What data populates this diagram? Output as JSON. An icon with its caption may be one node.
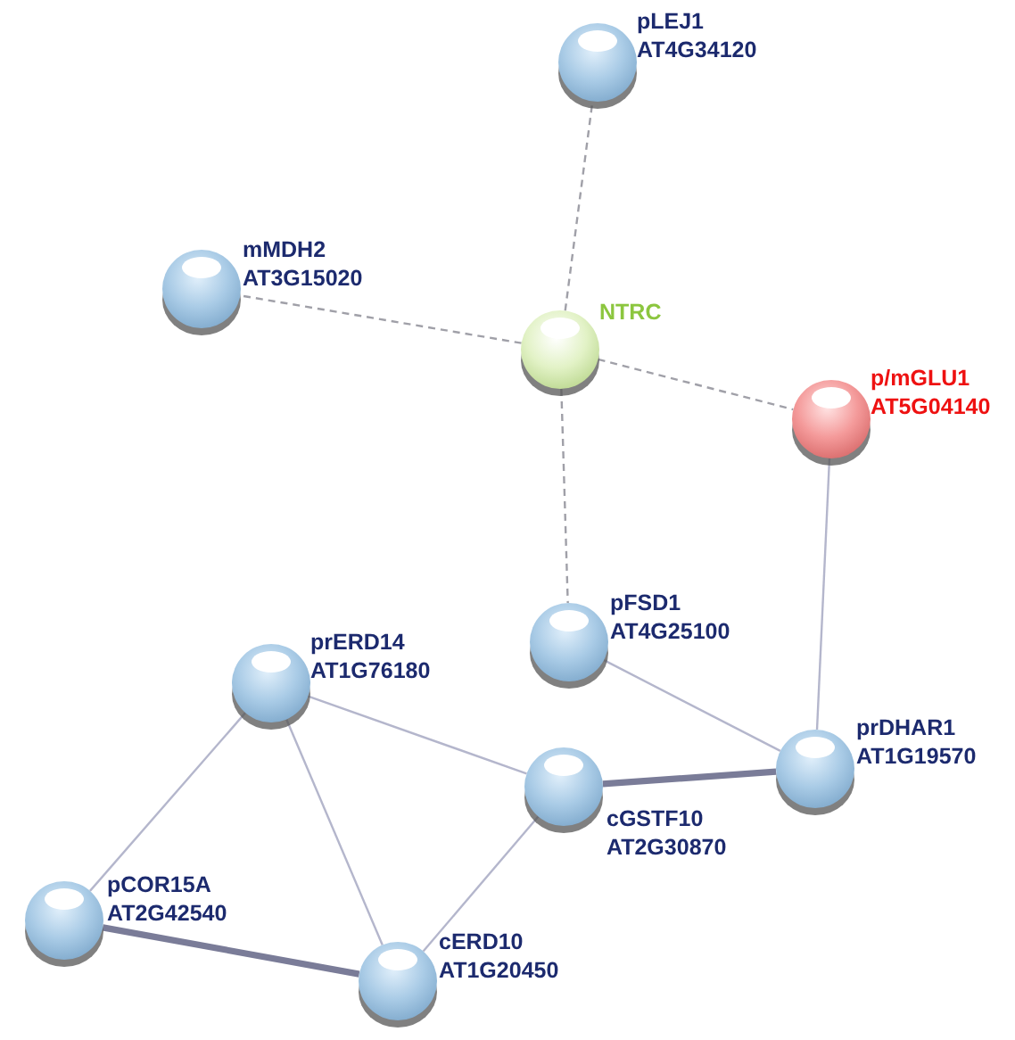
{
  "diagram": {
    "nodes": [
      {
        "text": [
          "pLEJ1",
          "AT4G34120"
        ]
      },
      {
        "text": [
          "mMDH2",
          "AT3G15020"
        ]
      },
      {
        "text": [
          "NTRC"
        ]
      },
      {
        "text": [
          "p/mGLU1",
          "AT5G04140"
        ]
      },
      {
        "text": [
          "pFSD1",
          "AT4G25100"
        ]
      },
      {
        "text": [
          "prERD14",
          "AT1G76180"
        ]
      },
      {
        "text": [
          "prDHAR1",
          "AT1G19570"
        ]
      },
      {
        "text": [
          "cGSTF10",
          "AT2G30870"
        ]
      },
      {
        "text": [
          "pCOR15A",
          "AT2G42540"
        ]
      },
      {
        "text": [
          "cERD10",
          "AT1G20450"
        ]
      }
    ],
    "edges": [
      {
        "from": 2,
        "to": 0,
        "arrow": "none",
        "style": "dashed",
        "color": "#a0a0a8"
      },
      {
        "from": 2,
        "to": 1,
        "arrow": "none",
        "style": "dashed",
        "color": "#a0a0a8"
      },
      {
        "from": 2,
        "to": 3,
        "arrow": "none",
        "style": "dashed",
        "color": "#a0a0a8"
      },
      {
        "from": 2,
        "to": 4,
        "arrow": "none",
        "style": "dashed",
        "color": "#a0a0a8"
      },
      {
        "from": 3,
        "to": 6,
        "arrow": "none"
      },
      {
        "from": 4,
        "to": 6,
        "arrow": "none"
      },
      {
        "from": 5,
        "to": 7,
        "arrow": "none"
      },
      {
        "from": 5,
        "to": 8,
        "arrow": "none"
      },
      {
        "from": 5,
        "to": 9,
        "arrow": "none"
      },
      {
        "from": 7,
        "to": 6,
        "arrow": "none",
        "style": "thick",
        "color": "#7a7c98"
      },
      {
        "from": 7,
        "to": 9,
        "arrow": "none"
      },
      {
        "from": 8,
        "to": 9,
        "arrow": "none",
        "style": "thick",
        "color": "#7a7c98"
      }
    ]
  }
}
